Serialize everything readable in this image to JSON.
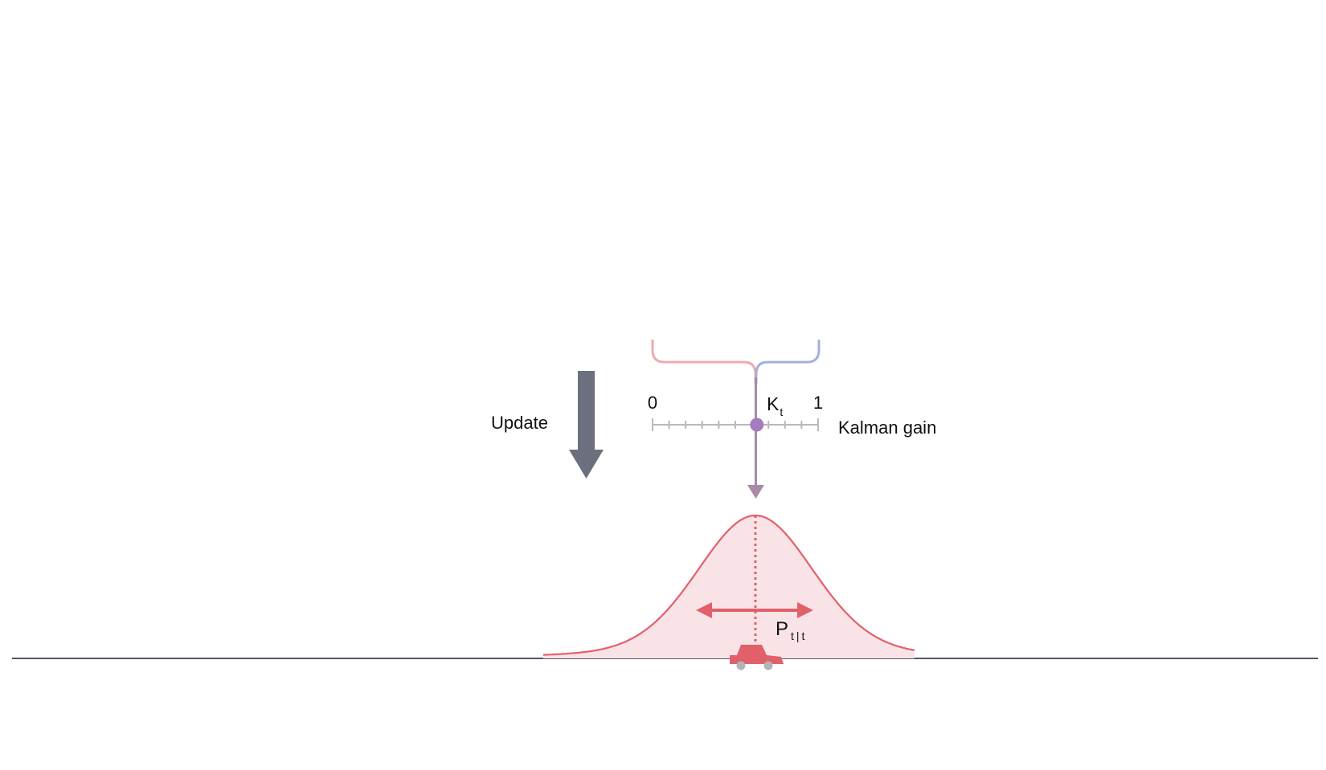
{
  "update_label": "Update",
  "gain": {
    "label": "Kalman gain",
    "min_label": "0",
    "max_label": "1",
    "symbol": "K",
    "symbol_sub": "t",
    "value": 0.63,
    "tick_count": 10
  },
  "uncertainty": {
    "symbol": "P",
    "symbol_sub": "t|t"
  },
  "colors": {
    "prediction_red": "#e2606a",
    "prediction_fill": "#f9e3e7",
    "bracket_left": "#f0a9ae",
    "bracket_right": "#a3b0dc",
    "gain_dot": "#a57abf",
    "gain_stem": "#a98aa6",
    "update_arrow": "#6b6f7e",
    "ruler": "#b9b9b9",
    "ground": "#55566a"
  },
  "icons": {
    "car": "car-icon",
    "update_arrow": "down-arrow-icon",
    "gain_marker": "dot-marker-icon"
  }
}
